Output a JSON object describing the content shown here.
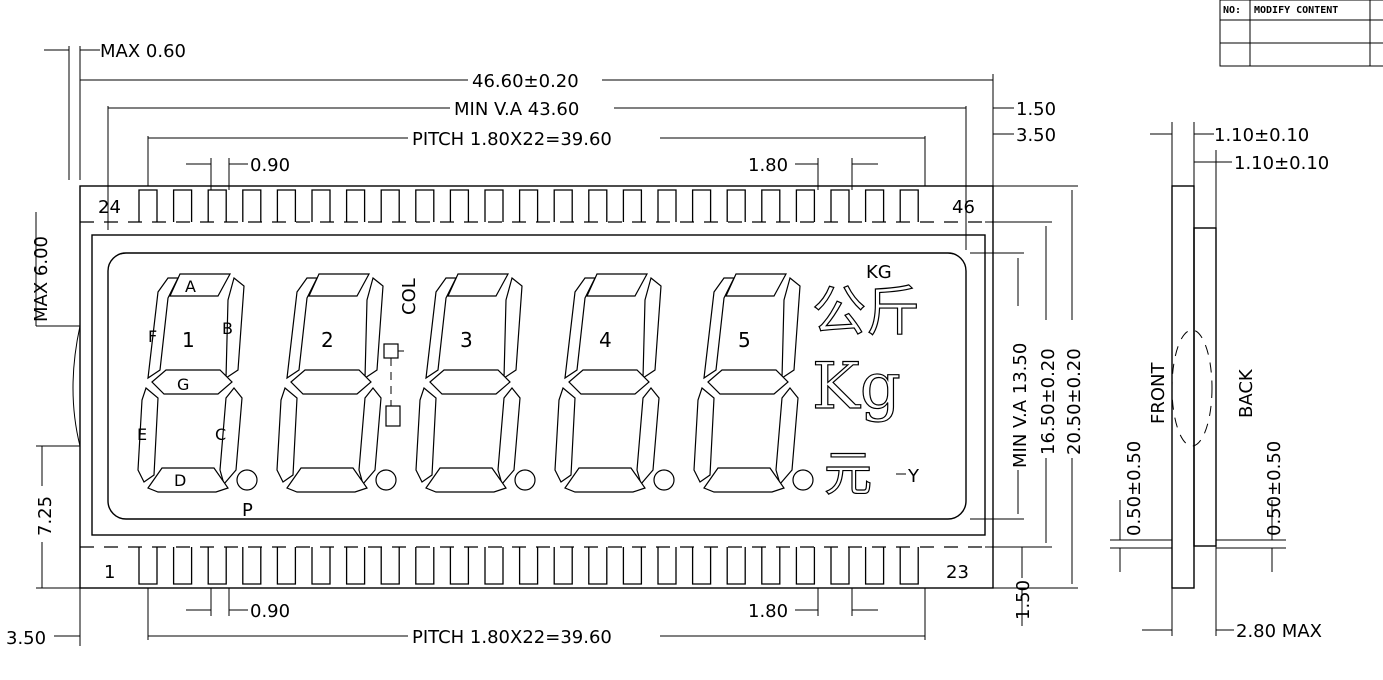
{
  "revision_table": {
    "col_no": "NO:",
    "col_content": "MODIFY CONTENT"
  },
  "dimensions": {
    "max_060": "MAX 0.60",
    "overall_width": "46.60±0.20",
    "min_va_width": "MIN V.A 43.60",
    "pitch_top": "PITCH 1.80X22=39.60",
    "pitch_bottom": "PITCH 1.80X22=39.60",
    "right_150": "1.50",
    "right_350": "3.50",
    "pin_width_top": "0.90",
    "pin_width_bottom": "0.90",
    "pin_pitch_top": "1.80",
    "pin_pitch_bottom": "1.80",
    "max_600": "MAX 6.00",
    "left_725": "7.25",
    "left_350": "3.50",
    "bottom_150": "1.50",
    "min_va_height": "MIN V.A 13.50",
    "height_1650": "16.50±0.20",
    "height_2050": "20.50±0.20",
    "side_front_thk": "1.10±0.10",
    "side_back_thk": "1.10±0.10",
    "side_front_offset": "0.50±0.50",
    "side_back_offset": "0.50±0.50",
    "side_max": "2.80 MAX",
    "front": "FRONT",
    "back": "BACK"
  },
  "pins": {
    "top_left": "24",
    "top_right": "46",
    "bottom_left": "1",
    "bottom_right": "23"
  },
  "segments": {
    "A": "A",
    "B": "B",
    "C": "C",
    "D": "D",
    "E": "E",
    "F": "F",
    "G": "G",
    "P": "P",
    "COL": "COL"
  },
  "digits": [
    "1",
    "2",
    "3",
    "4",
    "5"
  ],
  "units": {
    "kg_label": "KG",
    "gongjin": "公斤",
    "kg_big": "Kg",
    "yuan": "元",
    "y_label": "Y"
  }
}
